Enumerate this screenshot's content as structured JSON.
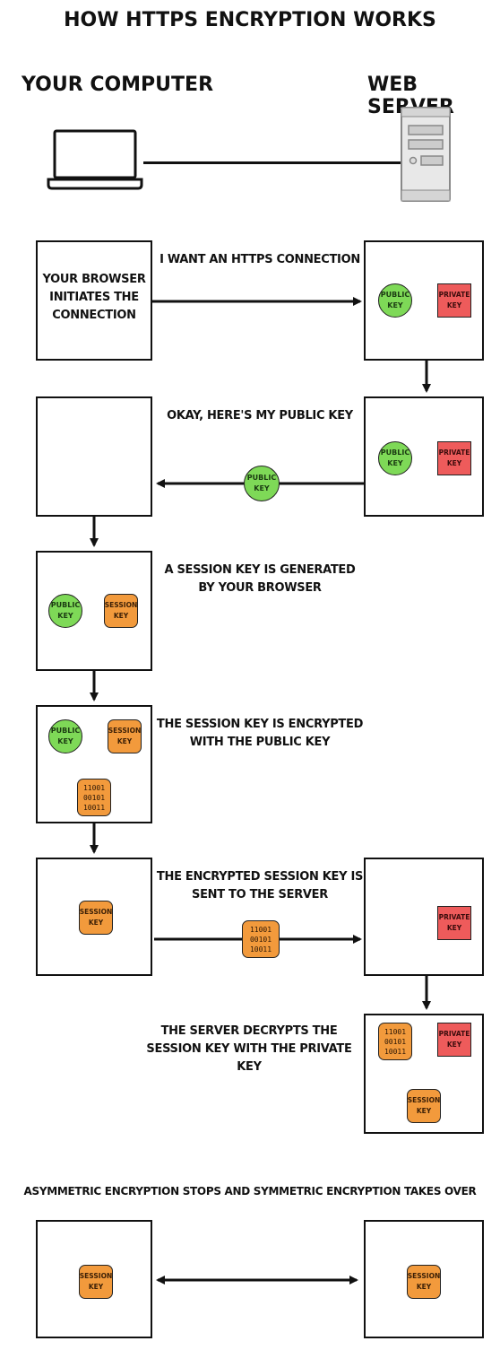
{
  "title": "HOW HTTPS ENCRYPTION WORKS",
  "left_heading": "YOUR COMPUTER",
  "right_heading": "WEB SERVER",
  "icons": {
    "computer": "laptop-icon",
    "server": "server-tower-icon"
  },
  "colors": {
    "public_key": "#7ed957",
    "private_key": "#ee5b5b",
    "session_key": "#f29a3c"
  },
  "keys": {
    "public": [
      "PUBLIC",
      "KEY"
    ],
    "private": [
      "PRIVATE",
      "KEY"
    ],
    "session": [
      "SESSION",
      "KEY"
    ],
    "encrypted": [
      "11001",
      "00101",
      "10011"
    ]
  },
  "steps": {
    "browser_box": [
      "YOUR BROWSER",
      "INITIATES THE",
      "CONNECTION"
    ],
    "s1": [
      "I WANT AN HTTPS CONNECTION"
    ],
    "s2": [
      "OKAY, HERE'S MY PUBLIC KEY"
    ],
    "s3": [
      "A SESSION KEY IS GENERATED",
      "BY YOUR BROWSER"
    ],
    "s4": [
      "THE SESSION KEY IS ENCRYPTED",
      "WITH THE PUBLIC KEY"
    ],
    "s5": [
      "THE ENCRYPTED SESSION KEY IS",
      "SENT TO THE SERVER"
    ],
    "s6": [
      "THE SERVER DECRYPTS THE",
      "SESSION KEY WITH THE PRIVATE KEY"
    ],
    "final": [
      "ASYMMETRIC ENCRYPTION STOPS AND SYMMETRIC ENCRYPTION TAKES OVER"
    ]
  }
}
